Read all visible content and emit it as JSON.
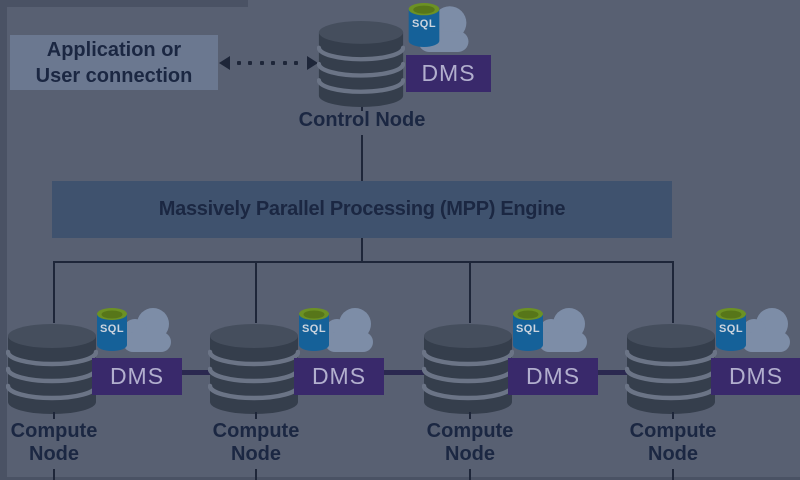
{
  "diagram": {
    "app_connection": {
      "label": "Application or\nUser connection"
    },
    "control_node": {
      "label": "Control Node"
    },
    "mpp_engine": {
      "label": "Massively Parallel Processing (MPP) Engine"
    },
    "compute_nodes": [
      {
        "label": "Compute Node"
      },
      {
        "label": "Compute Node"
      },
      {
        "label": "Compute Node"
      },
      {
        "label": "Compute Node"
      }
    ],
    "icon_labels": {
      "sql": "SQL",
      "dms": "DMS"
    }
  },
  "colors": {
    "background": "#586072",
    "edge_shadow": "#4a5264",
    "app_box_bg": "#6b7890",
    "text_navy": "#1b2742",
    "mpp_bar_bg": "#3f526e",
    "db_body": "#353e4c",
    "db_top": "#454e5d",
    "db_stripe": "#6b7486",
    "dms_bg": "#39296b",
    "dms_text": "#b2afce",
    "sql_body": "#156199",
    "sql_green": "#6c9124",
    "sql_green_dark": "#577619",
    "sql_text": "#ccd4de",
    "cloud": "#7d8da7",
    "line_dark": "#1e2639",
    "connector_indigo": "#2b2950"
  }
}
